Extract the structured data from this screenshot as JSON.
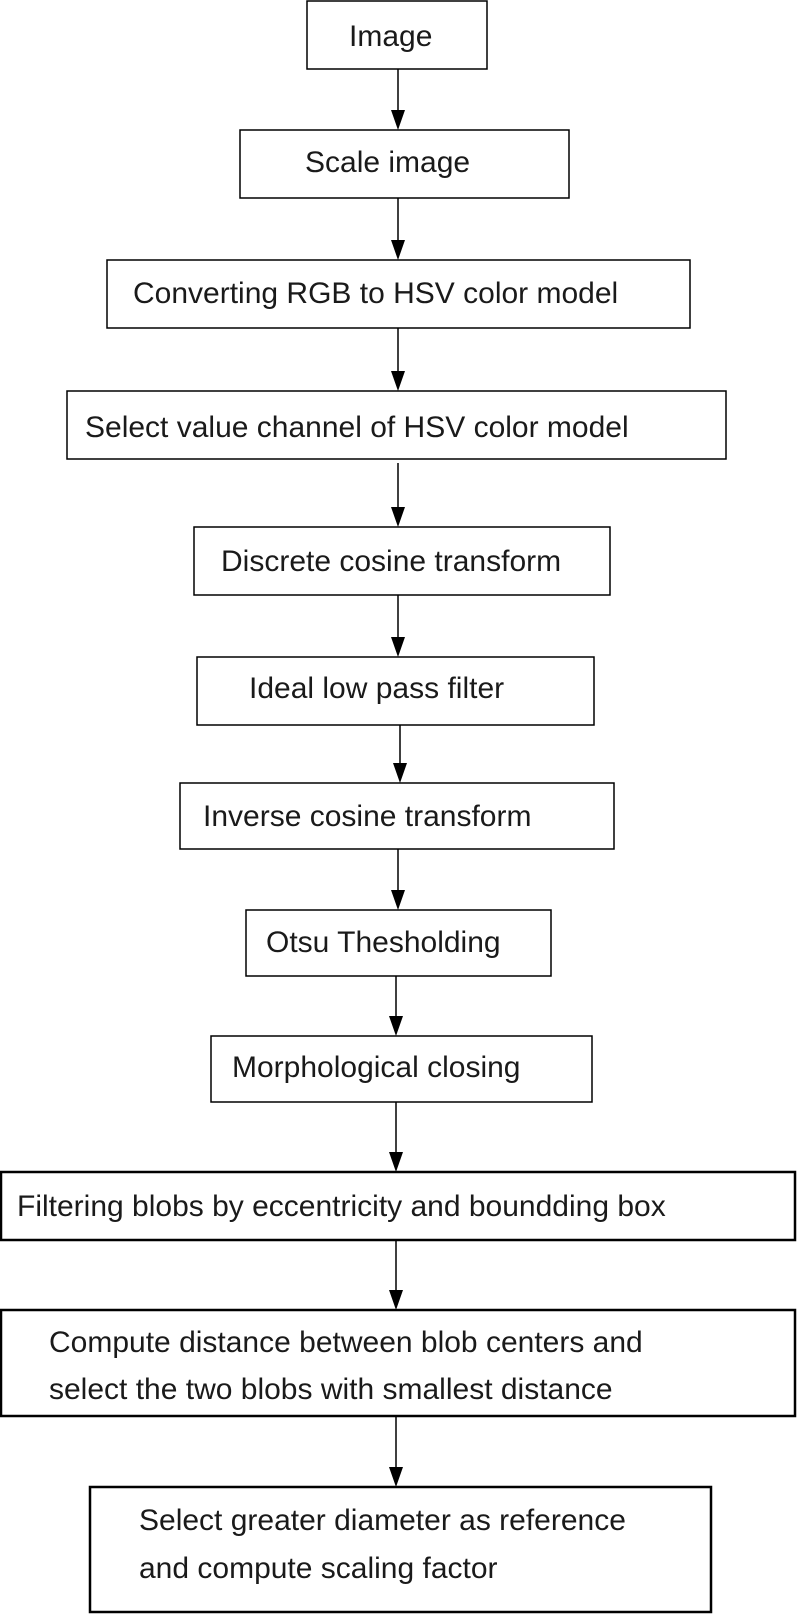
{
  "flowchart": {
    "steps": [
      {
        "id": "image",
        "lines": [
          "Image"
        ]
      },
      {
        "id": "scale-image",
        "lines": [
          "Scale image"
        ]
      },
      {
        "id": "rgb-to-hsv",
        "lines": [
          "Converting RGB to HSV color model"
        ]
      },
      {
        "id": "select-value-channel",
        "lines": [
          "Select value channel of HSV color model"
        ]
      },
      {
        "id": "dct",
        "lines": [
          "Discrete cosine transform"
        ]
      },
      {
        "id": "low-pass-filter",
        "lines": [
          "Ideal low pass filter"
        ]
      },
      {
        "id": "inverse-dct",
        "lines": [
          "Inverse cosine transform"
        ]
      },
      {
        "id": "otsu-thresholding",
        "lines": [
          "Otsu Thesholding"
        ]
      },
      {
        "id": "morphological-closing",
        "lines": [
          "Morphological closing"
        ]
      },
      {
        "id": "filter-blobs",
        "lines": [
          "Filtering blobs by eccentricity and boundding box"
        ]
      },
      {
        "id": "compute-distance",
        "lines": [
          "Compute distance between blob centers and",
          "select the two blobs with smallest distance"
        ]
      },
      {
        "id": "select-diameter",
        "lines": [
          "Select greater diameter as reference",
          "and compute scaling factor"
        ]
      }
    ]
  }
}
